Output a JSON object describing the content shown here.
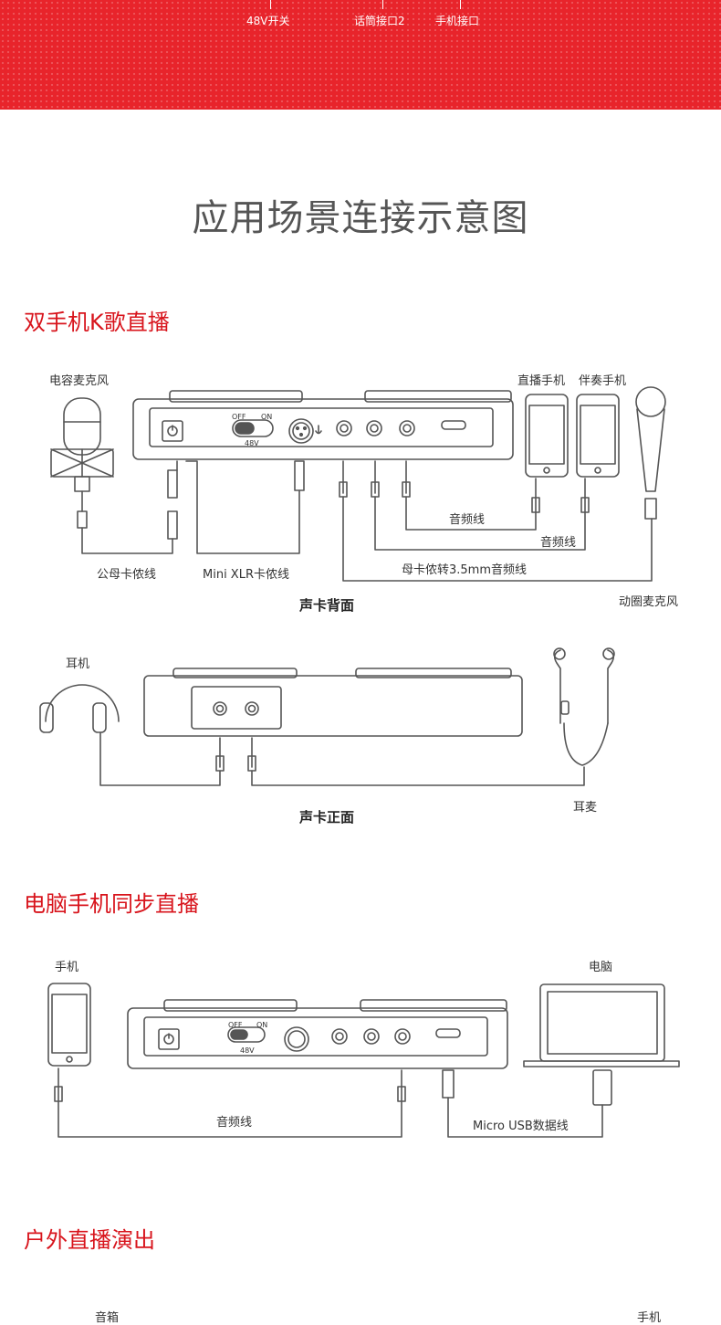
{
  "banner": {
    "labels": [
      "48V开关",
      "话筒接口2",
      "手机接口"
    ],
    "color": "#e8242b"
  },
  "main_title": "应用场景连接示意图",
  "sections": {
    "karaoke": {
      "title": "双手机K歌直播",
      "labels": {
        "condenser_mic": "电容麦克风",
        "live_phone": "直播手机",
        "accompany_phone": "伴奏手机",
        "audio_cable_1": "音频线",
        "audio_cable_2": "音频线",
        "male_female_cable": "公母卡侬线",
        "mini_xlr_cable": "Mini XLR卡侬线",
        "female_xlr_35": "母卡侬转3.5mm音频线",
        "dynamic_mic": "动圈麦克风",
        "back_caption": "声卡背面",
        "headphones": "耳机",
        "earphones": "耳麦",
        "front_caption": "声卡正面",
        "switch_off": "OFF",
        "switch_on": "ON",
        "switch_48v": "48V"
      }
    },
    "pc_phone": {
      "title": "电脑手机同步直播",
      "labels": {
        "phone": "手机",
        "computer": "电脑",
        "audio_cable": "音频线",
        "usb_cable": "Micro USB数据线",
        "switch_off": "OFF",
        "switch_on": "ON",
        "switch_48v": "48V"
      }
    },
    "outdoor": {
      "title": "户外直播演出",
      "labels": {
        "speaker": "音箱",
        "phone": "手机"
      }
    }
  },
  "colors": {
    "section_title": "#d8141c",
    "line_art": "#555555",
    "title_gray": "#555555"
  }
}
